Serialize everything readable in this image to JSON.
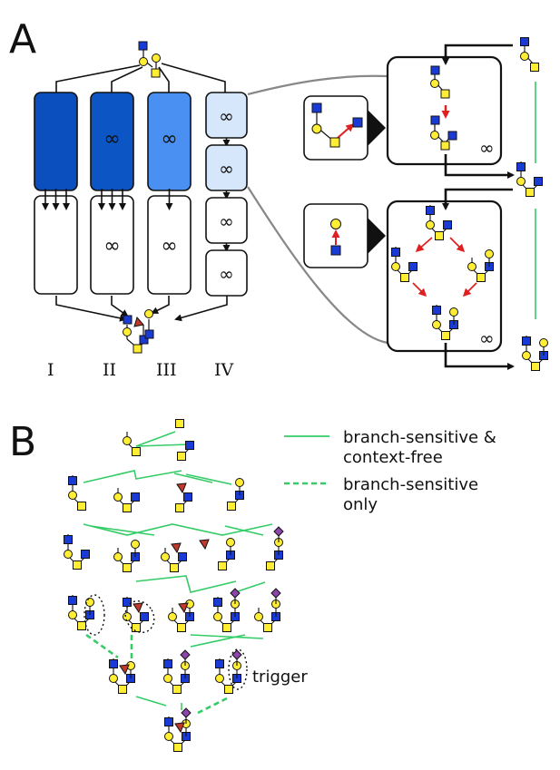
{
  "panels": {
    "a": "A",
    "b": "B"
  },
  "pathways": [
    {
      "label": "I",
      "top_color": "#0b4fbf",
      "top_symbol": "",
      "bottom_symbol": ""
    },
    {
      "label": "II",
      "top_color": "#0b56c4",
      "top_symbol": "∞",
      "bottom_symbol": "∞"
    },
    {
      "label": "III",
      "top_color": "#4a8ff2",
      "top_symbol": "∞",
      "bottom_symbol": "∞"
    },
    {
      "label": "IV",
      "top_color": "#d6e6fb",
      "top_symbol": "∞",
      "bottom_symbol": "∞"
    }
  ],
  "infinity": "∞",
  "legend": {
    "solid": {
      "line1": "branch-sensitive &",
      "line2": "context-free",
      "color": "#33cc66"
    },
    "dashed": {
      "line1": "branch-sensitive",
      "line2": "only",
      "color": "#33cc66"
    }
  },
  "annotation": {
    "trigger": "trigger"
  },
  "colors": {
    "glcnac": "#1a3ad6",
    "galactose": "#ffee33",
    "glucose": "#ffee33",
    "fucose": "#c0392b",
    "sialic": "#8e44ad",
    "arrow_red": "#e02020",
    "green": "#33cc66"
  }
}
